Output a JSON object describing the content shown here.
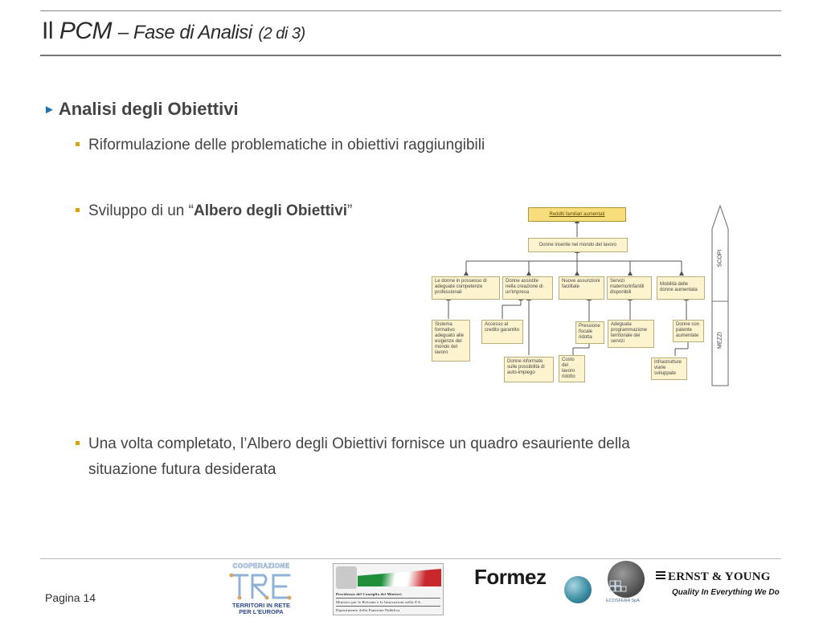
{
  "slide": {
    "title_part1": "Il",
    "title_part2": "PCM",
    "title_part3": "– Fase di Analisi",
    "title_part4": "(2 di 3)",
    "heading": "Analisi degli Obiettivi",
    "bullet1": "Riformulazione delle problematiche in obiettivi raggiungibili",
    "bullet2_pre": "Sviluppo di un “",
    "bullet2_bold": "Albero degli Obiettivi",
    "bullet2_post": "”",
    "bullet3_line1": "Una volta completato, l’Albero degli Obiettivi fornisce un quadro esauriente della",
    "bullet3_line2": "situazione futura desiderata",
    "page_label": "Pagina 14"
  },
  "tree": {
    "top": "Redditi familiari aumentati",
    "level1": "Donne inserite nel mondo del lavoro",
    "level2": [
      "Le donne in possesso di adeguate competenze professionali",
      "Donne assistite nella creazione di un'impresa",
      "Nuove assunzioni facilitate",
      "Servizi materno/infantili disponibili",
      "Mobilità delle donne aumentata"
    ],
    "level3": [
      "Sistema formativo adeguato alle esigenze del mondo del lavoro",
      "Accesso al credito garantito",
      "Pressione fiscale ridotta",
      "Adeguata programmazione territoriale dei servizi",
      "Donne con patente aumentate"
    ],
    "level4": [
      "Donne informate sulle possibilità di auto-impiego",
      "Costo del lavoro ridotto",
      "Infrastrutture viarie sviluppate"
    ],
    "side_top": "SCOPI",
    "side_bottom": "MEZZI"
  },
  "logos": {
    "cooperazione_top": "COOPERAZIONE",
    "cooperazione_mid": "TRE",
    "cooperazione_line1": "TERRITORI IN RETE",
    "cooperazione_line2": "PER L'EUROPA",
    "gov_line1": "Presidenza del Consiglio dei Ministri",
    "gov_line2": "Ministro per le Riforme e le Innovazioni nella P.A.",
    "gov_line3": "Dipartimento della Funzione Pubblica",
    "formez": "Formez",
    "ecospera": "ECOSFERA SpA",
    "ey_name": "ERNST & YOUNG",
    "ey_tagline": "Quality In Everything We Do"
  },
  "colors": {
    "accent_blue": "#1e73b8",
    "bullet_gold": "#d9a300",
    "node_fill": "#fdf4cf",
    "top_node_fill": "#f7dd7b"
  }
}
